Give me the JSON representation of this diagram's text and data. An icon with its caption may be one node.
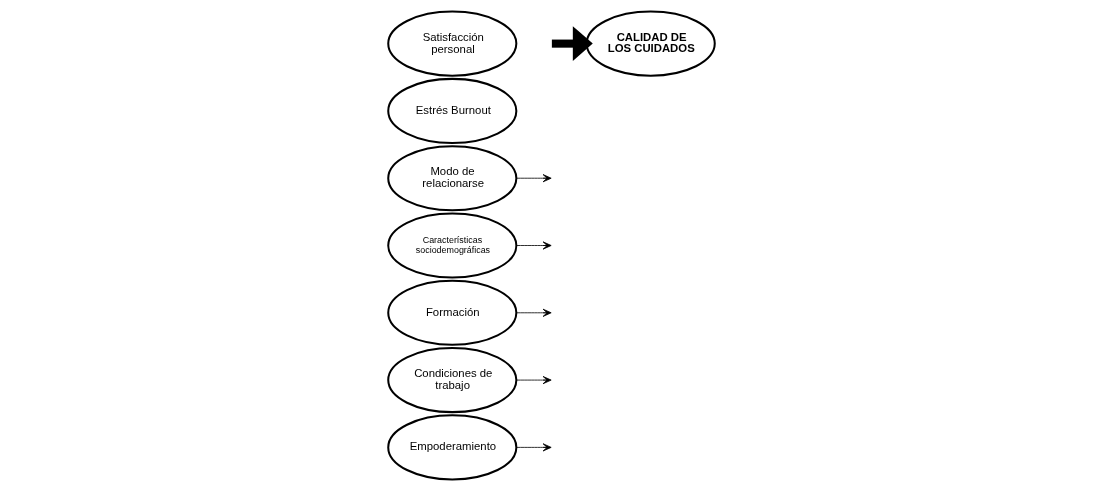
{
  "diagram": {
    "nodes": [
      {
        "text": [
          "Empoderamiento"
        ]
      },
      {
        "text": [
          "Condiciones de trabajo"
        ]
      },
      {
        "text": [
          "Formación"
        ]
      },
      {
        "text": [
          "Características sociodemográficas"
        ]
      },
      {
        "text": [
          "Modo de relacionarse"
        ]
      },
      {
        "text": [
          "Satisfacción personal"
        ]
      },
      {
        "text": [
          "Estrés Burnout"
        ]
      },
      {
        "text": [
          "CALIDAD DE LOS CUIDADOS"
        ]
      }
    ],
    "edges": [
      {
        "from": 0,
        "to": null,
        "arrow": "to"
      },
      {
        "from": 1,
        "to": null,
        "arrow": "to"
      },
      {
        "from": 2,
        "to": null,
        "arrow": "to"
      },
      {
        "from": 3,
        "to": null,
        "arrow": "to"
      },
      {
        "from": 4,
        "to": null,
        "arrow": "to"
      },
      {
        "from": null,
        "to": 7,
        "arrow": "to",
        "style": "thick"
      }
    ]
  }
}
